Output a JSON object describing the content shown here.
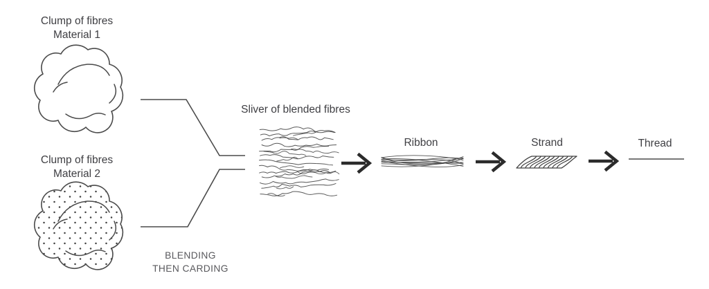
{
  "colors": {
    "background": "#ffffff",
    "text": "#3e3e42",
    "muted_text": "#58585c",
    "line": "#4a4a4a",
    "sketch": "#3f3f3f",
    "arrow": "#2b2b2b"
  },
  "nodes": {
    "clump1": {
      "label": "Clump of fibres\nMaterial 1"
    },
    "clump2": {
      "label": "Clump of fibres\nMaterial 2"
    },
    "process": {
      "label": "BLENDING\nTHEN CARDING"
    },
    "sliver": {
      "label": "Sliver of blended fibres"
    },
    "ribbon": {
      "label": "Ribbon"
    },
    "strand": {
      "label": "Strand"
    },
    "thread": {
      "label": "Thread"
    }
  }
}
